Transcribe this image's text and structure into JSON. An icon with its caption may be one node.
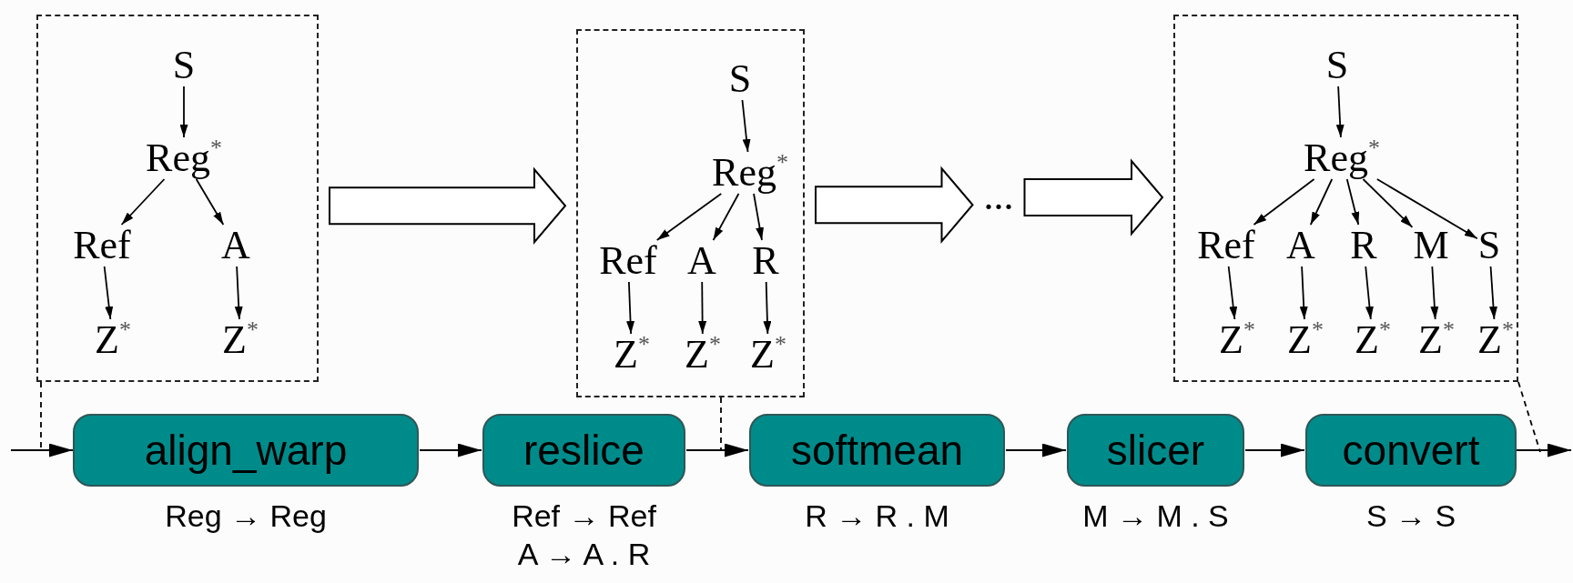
{
  "diagram": {
    "nodes": [
      {
        "text": [],
        "shape": "box"
      },
      {
        "text": [
          "S"
        ],
        "in": 0
      },
      {
        "text": [
          "Reg$^{*}$"
        ],
        "in": 0
      },
      {
        "text": [
          "Ref"
        ],
        "in": 0
      },
      {
        "text": [
          "A"
        ],
        "in": 0
      },
      {
        "text": [
          "Z$^{*}$"
        ],
        "in": 0
      },
      {
        "text": [
          "Z$^{*}$"
        ],
        "in": 0
      },
      {
        "text": [],
        "shape": "box"
      },
      {
        "text": [
          "S"
        ],
        "in": 7
      },
      {
        "text": [
          "Reg$^{*}$"
        ],
        "in": 7
      },
      {
        "text": [
          "Ref"
        ],
        "in": 7
      },
      {
        "text": [
          "A"
        ],
        "in": 7
      },
      {
        "text": [
          "R"
        ],
        "in": 7
      },
      {
        "text": [
          "Z$^{*}$"
        ],
        "in": 7
      },
      {
        "text": [
          "Z$^{*}$"
        ],
        "in": 7
      },
      {
        "text": [
          "Z$^{*}$"
        ],
        "in": 7
      },
      {
        "text": [
          "..."
        ]
      },
      {
        "text": [],
        "shape": "box"
      },
      {
        "text": [
          "S"
        ],
        "in": 17
      },
      {
        "text": [
          "Reg$^{*}$"
        ],
        "in": 17
      },
      {
        "text": [
          "Ref"
        ],
        "in": 17
      },
      {
        "text": [
          "A"
        ],
        "in": 17
      },
      {
        "text": [
          "R"
        ],
        "in": 17
      },
      {
        "text": [
          "M"
        ],
        "in": 17
      },
      {
        "text": [
          "S"
        ],
        "in": 17
      },
      {
        "text": [
          "Z$^{*}$"
        ],
        "in": 17
      },
      {
        "text": [
          "Z$^{*}$"
        ],
        "in": 17
      },
      {
        "text": [
          "Z$^{*}$"
        ],
        "in": 17
      },
      {
        "text": [
          "Z$^{*}$"
        ],
        "in": 17
      },
      {
        "text": [
          "Z$^{*}$"
        ],
        "in": 17
      },
      {
        "text": [
          "align_warp"
        ],
        "beside": [
          "Reg → Reg"
        ]
      },
      {
        "text": [
          "reslice"
        ],
        "beside": [
          "Ref → Ref",
          "A → A . R"
        ]
      },
      {
        "text": [
          "softmean"
        ],
        "beside": [
          "R → R . M"
        ]
      },
      {
        "text": [
          "slicer"
        ],
        "beside": [
          "M → M . S"
        ]
      },
      {
        "text": [
          "convert"
        ],
        "beside": [
          "S → S"
        ]
      }
    ],
    "edges": [
      {
        "from": 1,
        "to": 2,
        "arrow": "to"
      },
      {
        "from": 2,
        "to": 3,
        "arrow": "to"
      },
      {
        "from": 2,
        "to": 4,
        "arrow": "to"
      },
      {
        "from": 3,
        "to": 5,
        "arrow": "to"
      },
      {
        "from": 4,
        "to": 6,
        "arrow": "to"
      },
      {
        "from": 8,
        "to": 9,
        "arrow": "to"
      },
      {
        "from": 9,
        "to": 10,
        "arrow": "to"
      },
      {
        "from": 9,
        "to": 11,
        "arrow": "to"
      },
      {
        "from": 9,
        "to": 12,
        "arrow": "to"
      },
      {
        "from": 10,
        "to": 13,
        "arrow": "to"
      },
      {
        "from": 11,
        "to": 14,
        "arrow": "to"
      },
      {
        "from": 12,
        "to": 15,
        "arrow": "to"
      },
      {
        "from": 18,
        "to": 19,
        "arrow": "to"
      },
      {
        "from": 19,
        "to": 20,
        "arrow": "to"
      },
      {
        "from": 19,
        "to": 21,
        "arrow": "to"
      },
      {
        "from": 19,
        "to": 22,
        "arrow": "to"
      },
      {
        "from": 19,
        "to": 23,
        "arrow": "to"
      },
      {
        "from": 19,
        "to": 24,
        "arrow": "to"
      },
      {
        "from": 20,
        "to": 25,
        "arrow": "to"
      },
      {
        "from": 21,
        "to": 26,
        "arrow": "to"
      },
      {
        "from": 22,
        "to": 27,
        "arrow": "to"
      },
      {
        "from": 23,
        "to": 28,
        "arrow": "to"
      },
      {
        "from": 24,
        "to": 29,
        "arrow": "to"
      },
      {
        "from": 0,
        "to": 7,
        "arrow": "to",
        "style": "thick"
      },
      {
        "from": 7,
        "to": 16,
        "arrow": "to",
        "style": "thick"
      },
      {
        "from": 16,
        "to": 17,
        "arrow": "to",
        "style": "thick"
      },
      {
        "from": null,
        "to": 30,
        "arrow": "to"
      },
      {
        "from": 30,
        "to": 31,
        "arrow": "to"
      },
      {
        "from": 31,
        "to": 32,
        "arrow": "to"
      },
      {
        "from": 32,
        "to": 33,
        "arrow": "to"
      },
      {
        "from": 33,
        "to": 34,
        "arrow": "to"
      },
      {
        "from": 34,
        "to": null,
        "arrow": "to"
      },
      {
        "from": 0,
        "to": null,
        "arrow": "none",
        "style": "dashed"
      },
      {
        "from": 7,
        "to": null,
        "arrow": "none",
        "style": "dashed"
      },
      {
        "from": 17,
        "to": null,
        "arrow": "none",
        "style": "dashed"
      }
    ]
  }
}
